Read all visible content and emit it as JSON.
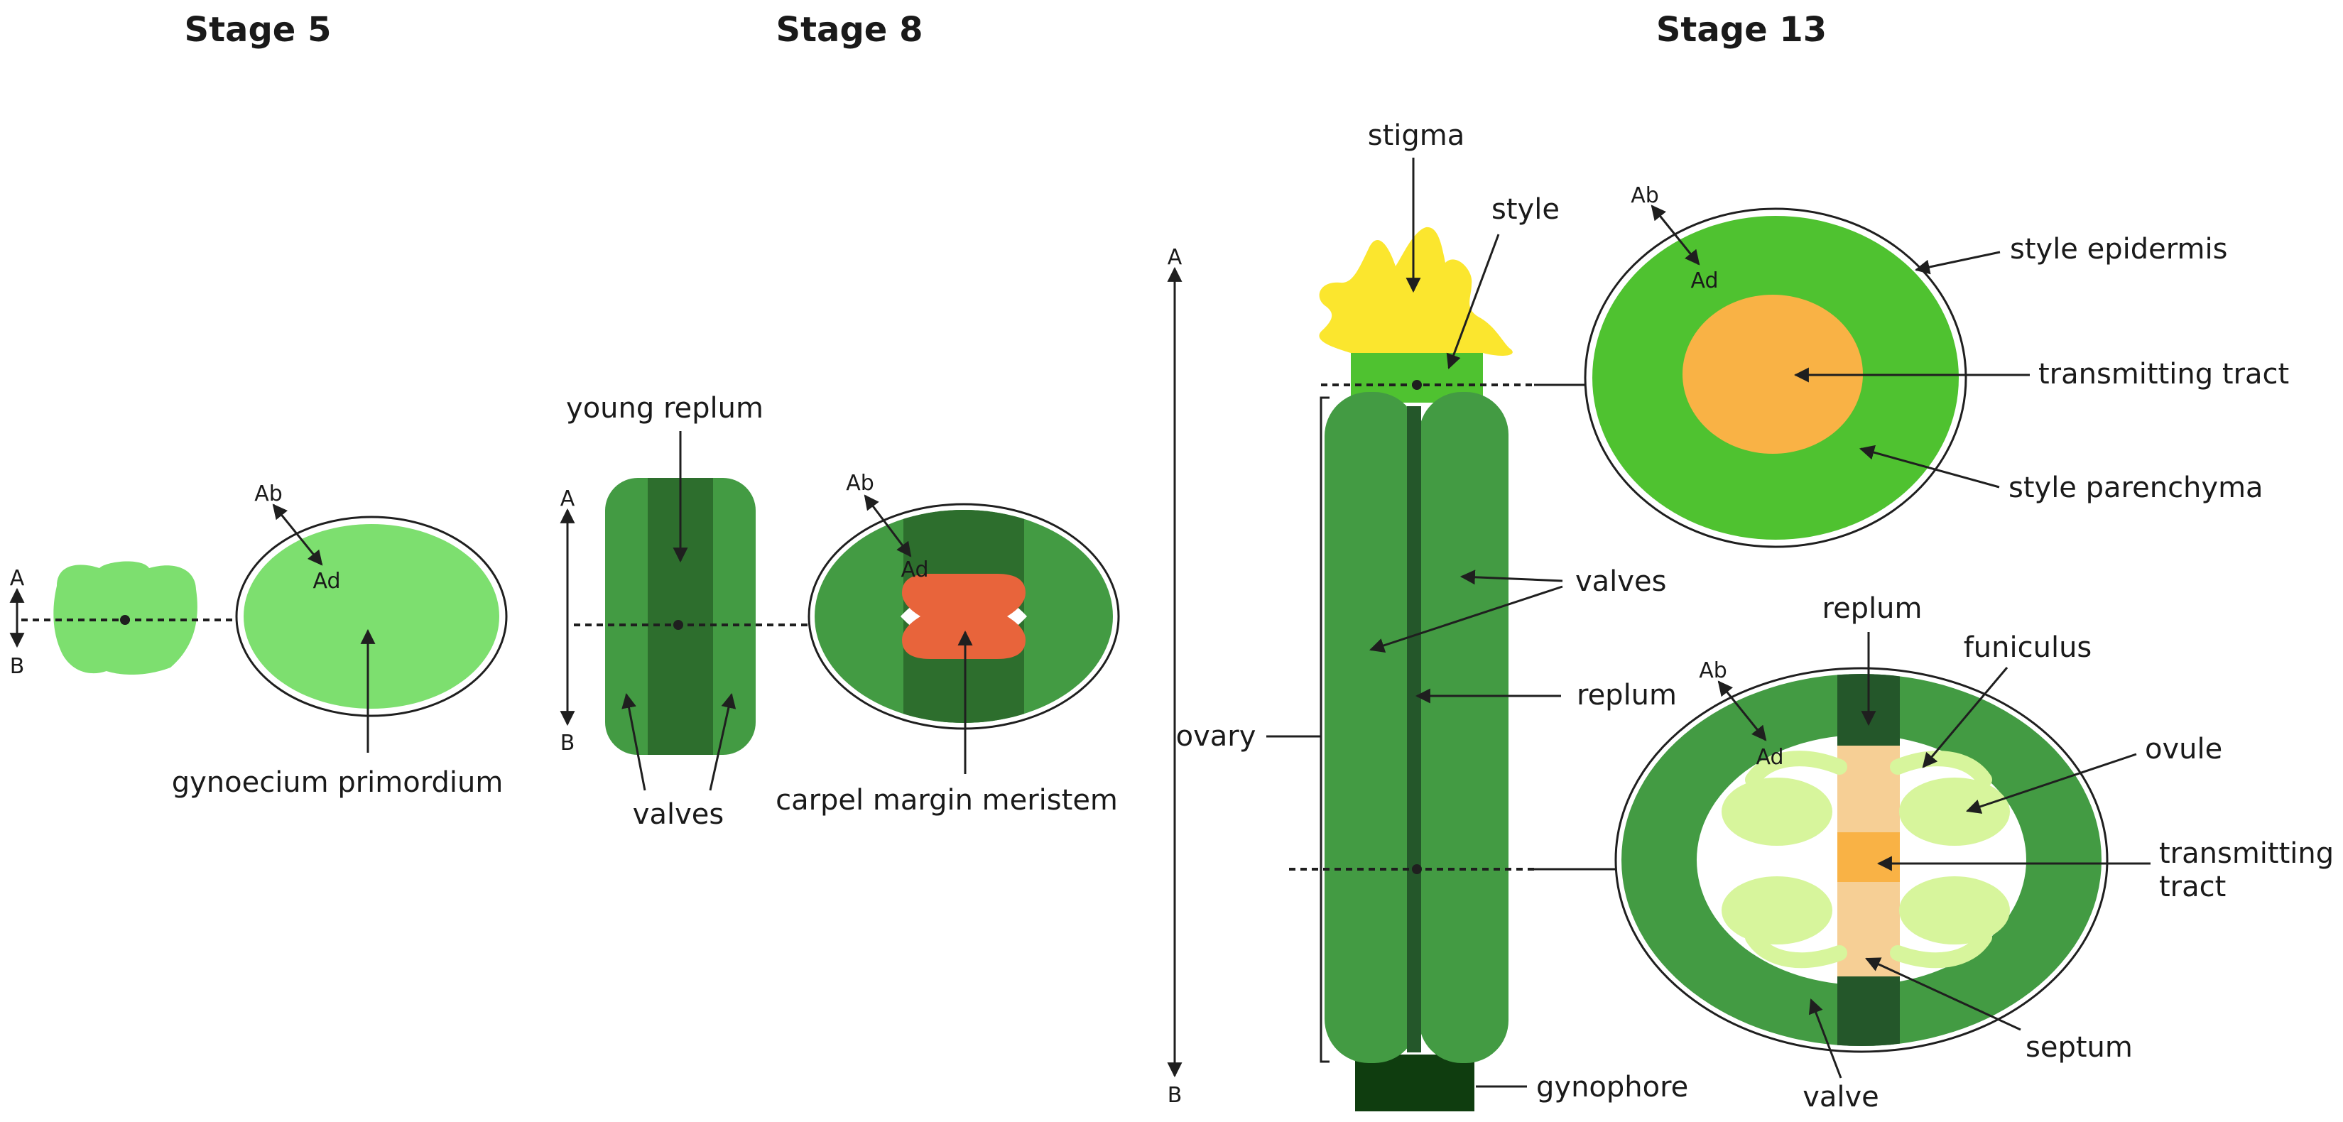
{
  "stages": {
    "s5": "Stage 5",
    "s8": "Stage 8",
    "s13": "Stage 13"
  },
  "axis": {
    "apical": "A",
    "basal": "B",
    "abaxial": "Ab",
    "adaxial": "Ad"
  },
  "stage5": {
    "gynoecium_primordium": "gynoecium primordium"
  },
  "stage8": {
    "young_replum": "young replum",
    "valves": "valves",
    "carpel_margin_meristem": "carpel margin meristem"
  },
  "stage13": {
    "stigma": "stigma",
    "style": "style",
    "valves": "valves",
    "replum": "replum",
    "ovary": "ovary",
    "gynophore": "gynophore",
    "style_epidermis": "style epidermis",
    "transmitting_tract": "transmitting tract",
    "style_parenchyma": "style parenchyma",
    "replum_section": "replum",
    "funiculus": "funiculus",
    "ovule": "ovule",
    "transmitting_tract_line1": "transmitting",
    "transmitting_tract_line2": "tract",
    "septum": "septum",
    "valve": "valve"
  },
  "colors": {
    "light_green": "#7ddf6f",
    "mid_green": "#439b43",
    "dark_green": "#2d6e2d",
    "darkest_green": "#0f3d0f",
    "bright_green": "#4fc230",
    "stigma_yellow": "#fbe62e",
    "transmitting_orange": "#f9b245",
    "meristem_red": "#e8643b",
    "ovule_pale": "#d7f59c",
    "septum_beige": "#f6cf95"
  }
}
